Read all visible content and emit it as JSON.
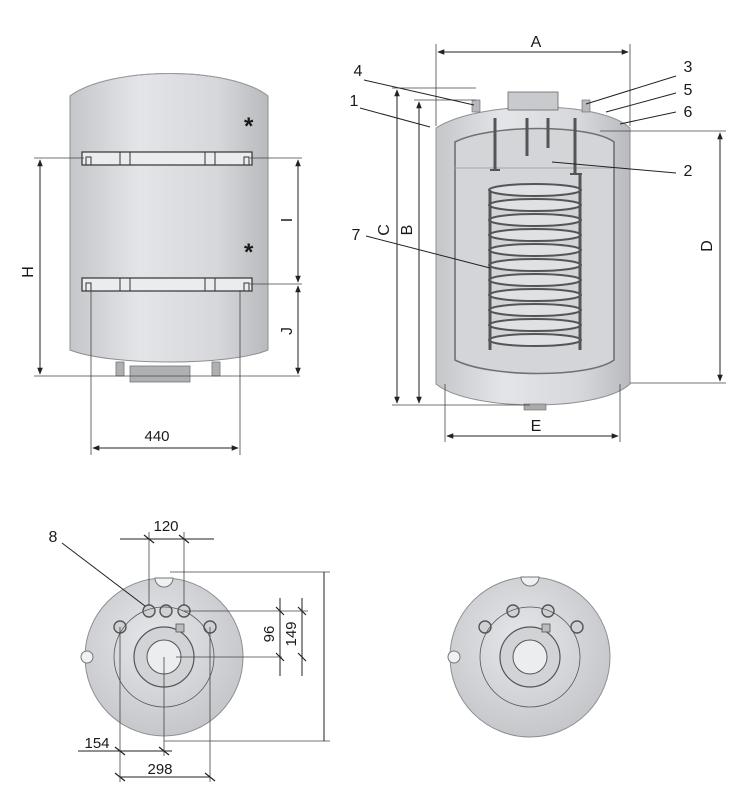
{
  "front_view": {
    "dims": {
      "height_total": "H",
      "between_brackets": "I",
      "bottom_bracket": "J",
      "width": "440"
    },
    "marks": [
      "*",
      "*"
    ]
  },
  "section_view": {
    "dims": {
      "top_width": "A",
      "bottom_width": "E",
      "height_b": "B",
      "height_c": "C",
      "height_d": "D"
    },
    "callouts": [
      "1",
      "2",
      "3",
      "4",
      "5",
      "6",
      "7"
    ]
  },
  "bottom_view": {
    "callout": "8",
    "dims": {
      "top": "120",
      "v_inner": "96",
      "v_outer": "149",
      "h_inner": "154",
      "h_outer": "298"
    }
  },
  "colors": {
    "body": "#dadbde",
    "shade": "#bfc1c5",
    "line": "#222222"
  }
}
